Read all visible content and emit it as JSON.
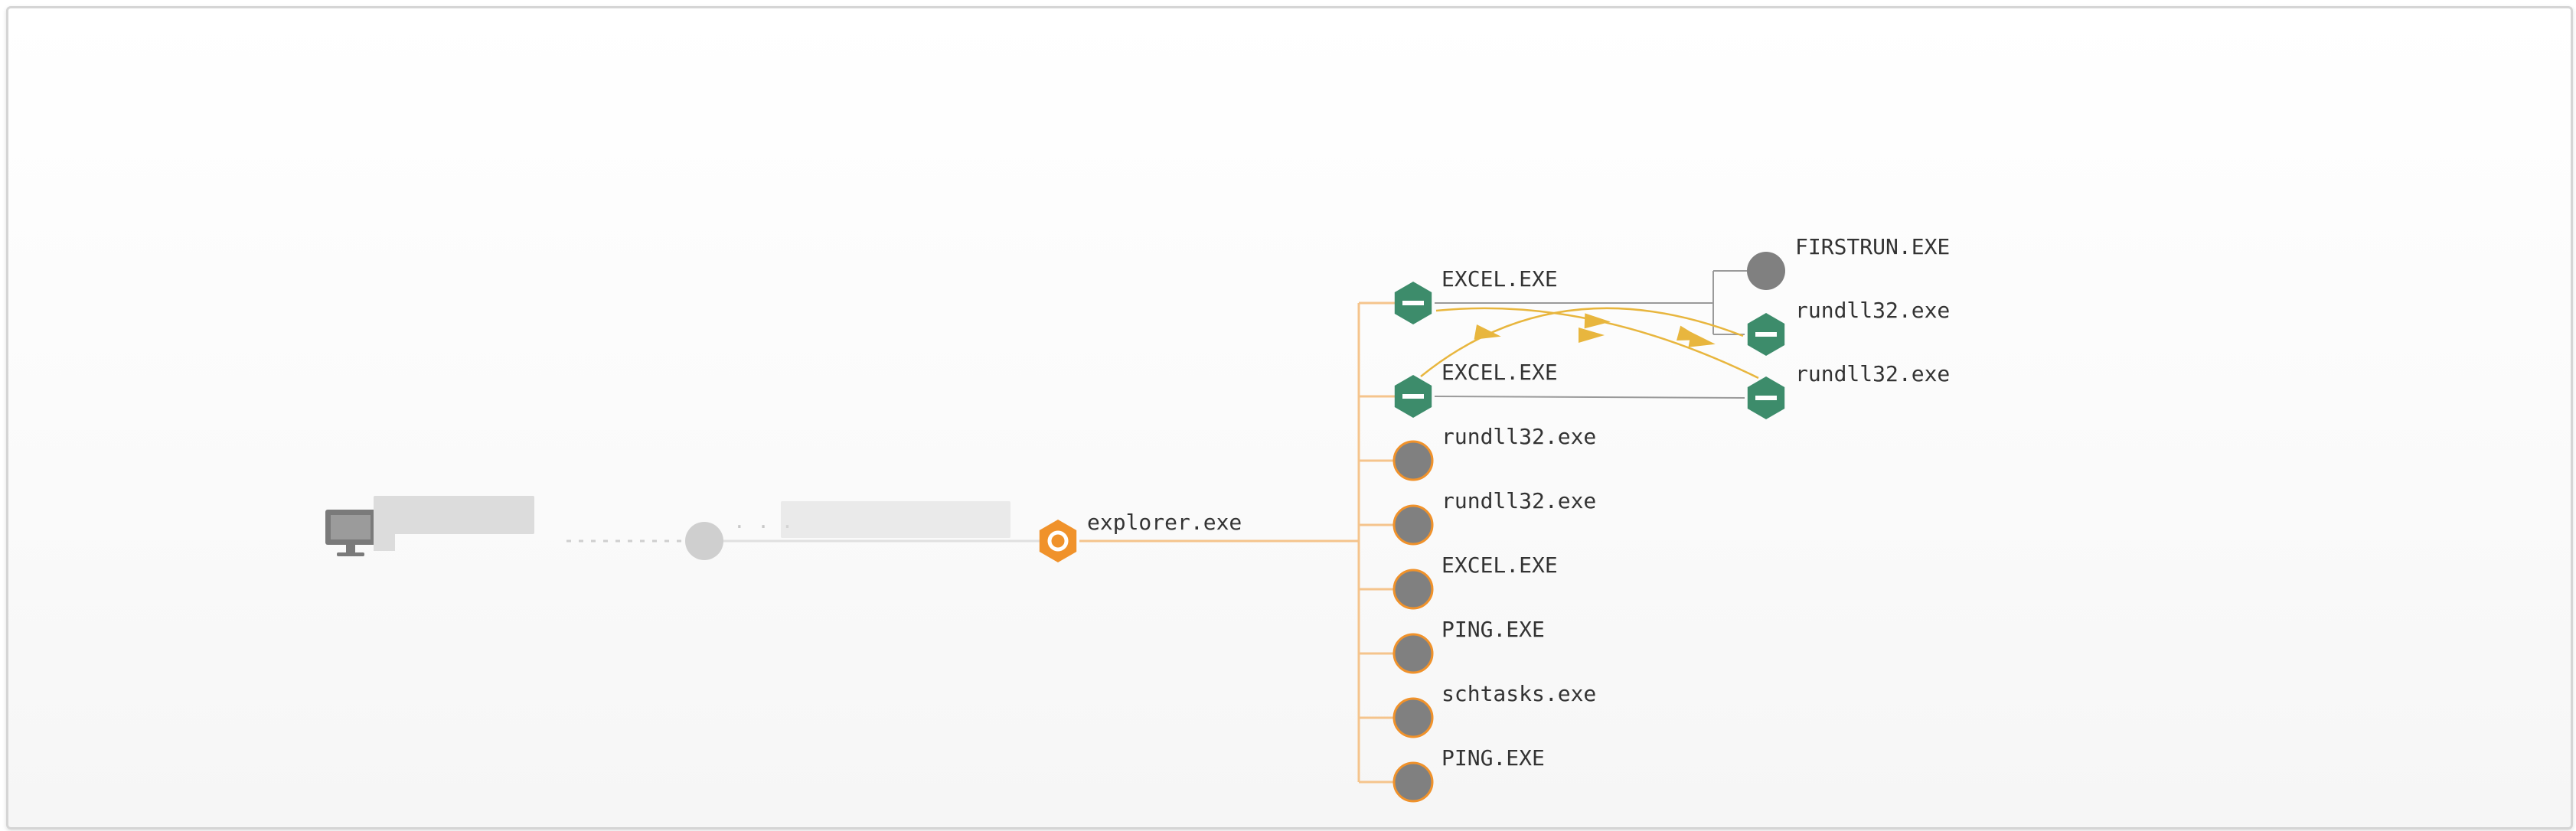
{
  "colors": {
    "orange": "#f0922b",
    "orange_light": "#f5c48c",
    "green": "#3d8c6b",
    "gray_node": "#808080",
    "gray_faded": "#cfcfcf",
    "gray_line": "#9a9a9a",
    "yellow_edge": "#e8b63e",
    "label": "#333333"
  },
  "host": {
    "icon": "computer-monitor-icon"
  },
  "root": {
    "label": "explorer.exe",
    "icon": "orange-hexagon-icon"
  },
  "children": [
    {
      "id": "excel1",
      "label": "EXCEL.EXE",
      "icon": "green-hexagon-icon"
    },
    {
      "id": "excel2",
      "label": "EXCEL.EXE",
      "icon": "green-hexagon-icon"
    },
    {
      "id": "rundll_a",
      "label": "rundll32.exe",
      "icon": "gray-circle-icon"
    },
    {
      "id": "rundll_b",
      "label": "rundll32.exe",
      "icon": "gray-circle-icon"
    },
    {
      "id": "excel3",
      "label": "EXCEL.EXE",
      "icon": "gray-circle-icon"
    },
    {
      "id": "ping1",
      "label": "PING.EXE",
      "icon": "gray-circle-icon"
    },
    {
      "id": "schtasks",
      "label": "schtasks.exe",
      "icon": "gray-circle-icon"
    },
    {
      "id": "ping2",
      "label": "PING.EXE",
      "icon": "gray-circle-icon"
    }
  ],
  "grandchildren": [
    {
      "id": "firstrun",
      "label": "FIRSTRUN.EXE",
      "icon": "gray-circle-icon"
    },
    {
      "id": "rundll_c",
      "label": "rundll32.exe",
      "icon": "green-hexagon-icon"
    },
    {
      "id": "rundll_d",
      "label": "rundll32.exe",
      "icon": "green-hexagon-icon"
    }
  ]
}
